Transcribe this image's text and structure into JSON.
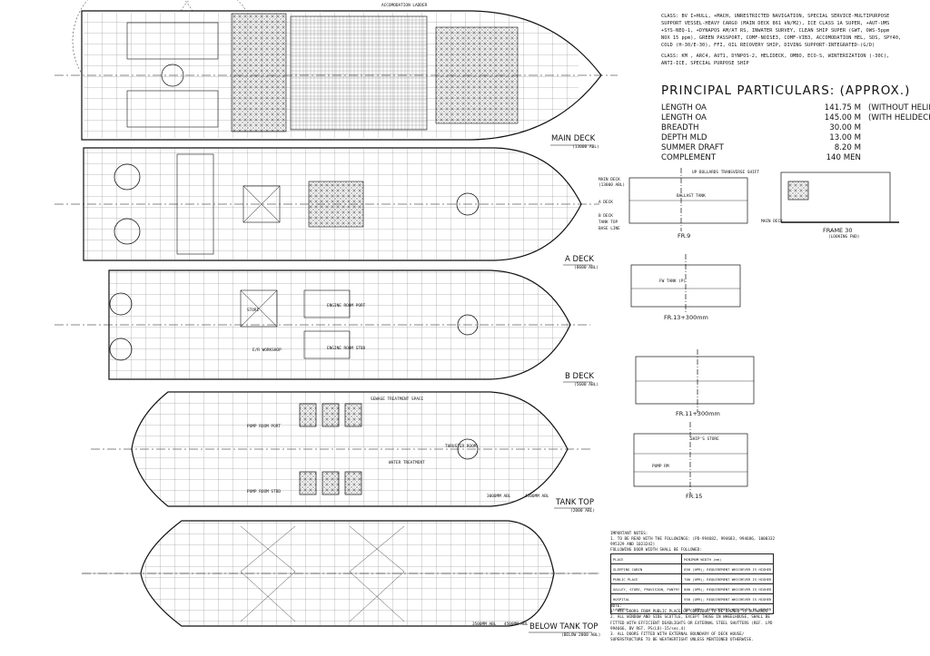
{
  "class_notes": {
    "line1": "CLASS: BV I+HULL, +MACH, UNRESTRICTED NAVIGATION, SPECIAL SERVICE-MULTIPURPOSE",
    "line2": "SUPPORT VESSEL-HEAVY CARGO (MAIN DECK 861 kN/M2), ICE CLASS 1A SUPER, +AUT-UMS",
    "line3": "+SYS-NEQ-1, +DYNAPOS AM/AT RS, INWATER SURVEY, CLEAN SHIP SUPER (GWT, OWS-5ppm",
    "line4": "NOX 15 ppm), GREEN PASSPORT, COMF-NOISE3, COMF-VIB3, ACCOMODATION HEL, SDS, SPY40,",
    "line5": "COLD (H-30/E-30), FFI, OIL RECOVERY SHIP, DIVING SUPPORT-INTEGRATED-(G/D)",
    "line6": "CLASS: KM , ARC4, AUT1, DYNPOS-2, HELIDECK, OMBO, ECO-S, WINTERIZATION (-30C),",
    "line7": "ANTI-ICE, SPECIAL PURPOSE SHIP"
  },
  "principal": {
    "title": "PRINCIPAL PARTICULARS: (APPROX.)",
    "rows": [
      {
        "label": "LENGTH OA",
        "value": "141.75 M",
        "note": "(WITHOUT HELIDECK)"
      },
      {
        "label": "LENGTH OA",
        "value": "145.00 M",
        "note": "(WITH HELIDECK)"
      },
      {
        "label": "BREADTH",
        "value": "30.00 M",
        "note": ""
      },
      {
        "label": "DEPTH MLD",
        "value": "13.00 M",
        "note": ""
      },
      {
        "label": "SUMMER DRAFT",
        "value": "8.20 M",
        "note": ""
      },
      {
        "label": "COMPLEMENT",
        "value": "140 MEN",
        "note": ""
      }
    ]
  },
  "decks": {
    "main": {
      "label": "MAIN DECK",
      "sub": "(13000 ABL)"
    },
    "a": {
      "label": "A DECK",
      "sub": "(8600 ABL)"
    },
    "b": {
      "label": "B DECK",
      "sub": "(5600 ABL)"
    },
    "tank": {
      "label": "TANK TOP",
      "sub": "(2000 ABL)"
    },
    "below": {
      "label": "BELOW TANK TOP",
      "sub": "(BELOW 2000 ABL)"
    }
  },
  "sections": {
    "fr9": "FR.9",
    "frame30": "FRAME 30",
    "frame30_sub": "(LOOKING FWD)",
    "fr13": "FR.13+300mm",
    "fr11": "FR.11+300mm",
    "fr15": "FR.15"
  },
  "section_texts": {
    "main_deck": "MAIN DECK",
    "main_deck_sub": "(13000 ABL)",
    "a_deck": "A DECK",
    "b_deck": "B DECK",
    "tank_top": "TANK TOP",
    "base_line": "BASE LINE",
    "shipdraw": "UP BOLLARDS TRANSVERSE SHIFT"
  },
  "rooms": {
    "pump_port": "PUMP ROOM PORT",
    "pump_stbd": "PUMP ROOM STBD",
    "engine_port": "ENGINE ROOM PORT",
    "engine_stbd": "ENGINE ROOM STBD",
    "er_workshop": "E/R WORKSHOP",
    "store": "STORE",
    "thruster": "THRUSTER ROOM",
    "sewage": "SEWAGE TREATMENT SPACE",
    "water_treat": "WATER TREATMENT",
    "fw_tank": "FW TANK (P)",
    "ballast": "BALLAST TANK",
    "ships_store": "SHIP'S STORE",
    "pump_rm": "PUMP RM"
  },
  "door_table": {
    "title": "FOLLOWING DOOR WIDTH SHALL BE FOLLOWED:",
    "headers": [
      "PLACE",
      "MINIMUM WIDTH (mm)"
    ],
    "rows": [
      [
        "SLEEPING CABIN",
        "650 (OPR); REQUIREMENT WHICHEVER IS HIGHER"
      ],
      [
        "PUBLIC PLACE",
        "700 (OPR); REQUIREMENT WHICHEVER IS HIGHER"
      ],
      [
        "GALLEY, STORE, PROVISION, PANTRY",
        "800 (OPR); REQUIREMENT WHICHEVER IS HIGHER"
      ],
      [
        "HOSPITAL",
        "950 (OPR); REQUIREMENT WHICHEVER IS HIGHER"
      ],
      [
        "LAUNDRY",
        "700 (OPR); REQUIREMENT WHICHEVER IS HIGHER"
      ]
    ]
  },
  "notes_important": {
    "title": "IMPORTANT NOTES:",
    "n1": "1. TO BE READ WITH THE FOLLOWINGS: (PD-994682, 994683, 994686, 1000332",
    "n2": "   995329 AND 1023242)"
  },
  "notes": {
    "title": "NOTE:",
    "n1": "1. ALL DOORS FROM PUBLIC PLACE OR CORRIDOR TO BE OPENED TO OUTWARDS",
    "n2": "2. ALL WINDOW AND SIDE SCUTTLE, EXCEPT THOSE IN WHEELHOUSE, SHALL BE",
    "n3": "   FITTED WITH EFFICIENT DEADLIGHTS OR EXTERNAL STEEL SHUTTERS (REF. LPD",
    "n4": "   994666, BV RGT. PS(LO)-15/sec.4)",
    "n5": "3. ALL DOORS FITTED WITH EXTERNAL BOUNDARY OF DECK HOUSE/",
    "n6": "   SUPERSTRUCTURE TO BE WEATHERTIGHT UNLESS MENTIONED OTHERWISE."
  },
  "dims": {
    "d1": "3000MM ABL",
    "d2": "4500MM ABL",
    "d3": "3500MM ABL",
    "d4": "4500MM ABL",
    "accom_ladder": "ACCOMODATION LADDER"
  }
}
